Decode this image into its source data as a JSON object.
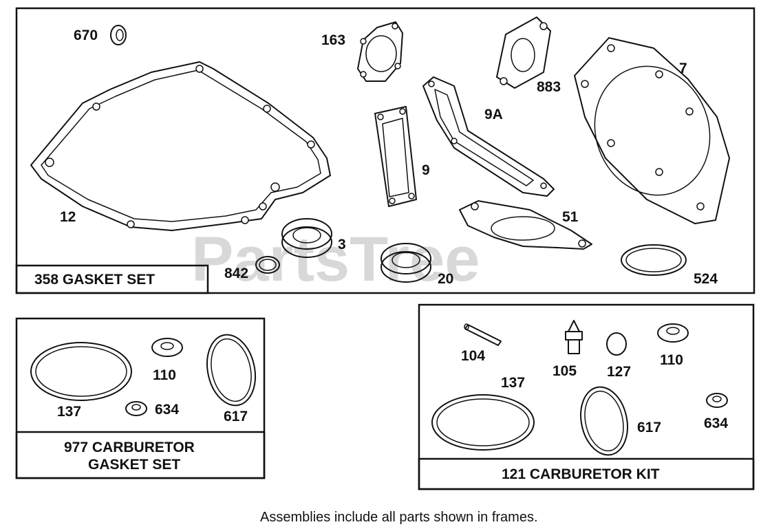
{
  "watermark": "PartsTree",
  "footer_note": "Assemblies include all parts shown in frames.",
  "frames": {
    "gasket_set": {
      "title": "358 GASKET SET"
    },
    "carb_gasket_set": {
      "title_line1": "977 CARBURETOR",
      "title_line2": "GASKET SET"
    },
    "carb_kit": {
      "title": "121 CARBURETOR KIT"
    }
  },
  "parts": {
    "p670": "670",
    "p163": "163",
    "p883": "883",
    "p7": "7",
    "p9a": "9A",
    "p9": "9",
    "p12": "12",
    "p51": "51",
    "p3": "3",
    "p842": "842",
    "p20": "20",
    "p524": "524",
    "k110": "110",
    "k137": "137",
    "k634": "634",
    "k617": "617",
    "c104": "104",
    "c105": "105",
    "c127": "127",
    "c110": "110",
    "c137": "137",
    "c617": "617",
    "c634": "634"
  }
}
